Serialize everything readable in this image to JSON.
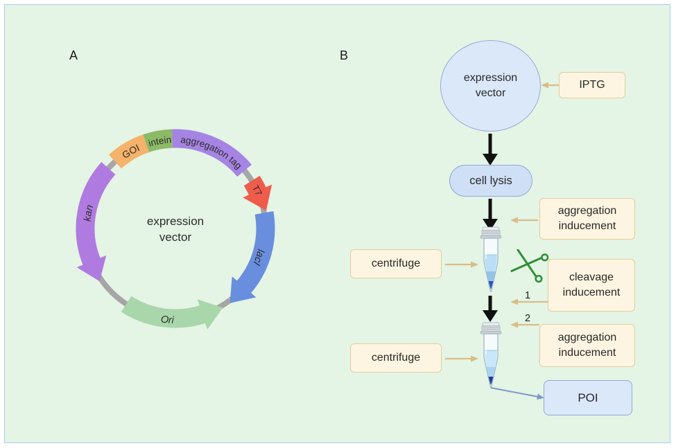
{
  "panelA": {
    "label": "A",
    "plasmid_center": {
      "line1": "expression",
      "line2": "vector"
    },
    "backbone_color": "#a6a6a6",
    "segments": {
      "goi": {
        "label": "GOI",
        "color": "#f4b26a"
      },
      "intein": {
        "label": "intein",
        "color": "#8cba66"
      },
      "aggregation_tag": {
        "label": "aggregation tag",
        "color": "#a584e3"
      },
      "t7": {
        "label": "T7",
        "color": "#ef5c4c"
      },
      "laci": {
        "label": "lacI",
        "color": "#6a8ede"
      },
      "ori": {
        "label": "Ori",
        "color": "#a9d7ab"
      },
      "kan": {
        "label": "kan",
        "color": "#b07be0"
      }
    }
  },
  "panelB": {
    "label": "B",
    "expression_vector": {
      "line1": "expression",
      "line2": "vector"
    },
    "iptg": "IPTG",
    "cell_lysis": "cell lysis",
    "aggregation_inducement_1": {
      "line1": "aggregation",
      "line2": "inducement"
    },
    "centrifuge_1": "centrifuge",
    "cleavage_inducement": {
      "line1": "cleavage",
      "line2": "inducement"
    },
    "step_1": "1",
    "step_2": "2",
    "aggregation_inducement_2": {
      "line1": "aggregation",
      "line2": "inducement"
    },
    "centrifuge_2": "centrifuge",
    "poi": "POI"
  },
  "colors": {
    "background": "#e4f4e5",
    "frame_border": "#abccea",
    "flow_node_fill": "#dbe8fa",
    "flow_node_border": "#93aad1",
    "callout_fill": "#fdf5e1",
    "callout_border": "#e4cd9b",
    "callout_arrow": "#d9bd87",
    "flow_arrow": "#111111",
    "scissors": "#2f8f35",
    "poi_arrow": "#7e99c8",
    "tube_liquid": "#b9def5",
    "tube_pellet": "#2a55c0"
  }
}
